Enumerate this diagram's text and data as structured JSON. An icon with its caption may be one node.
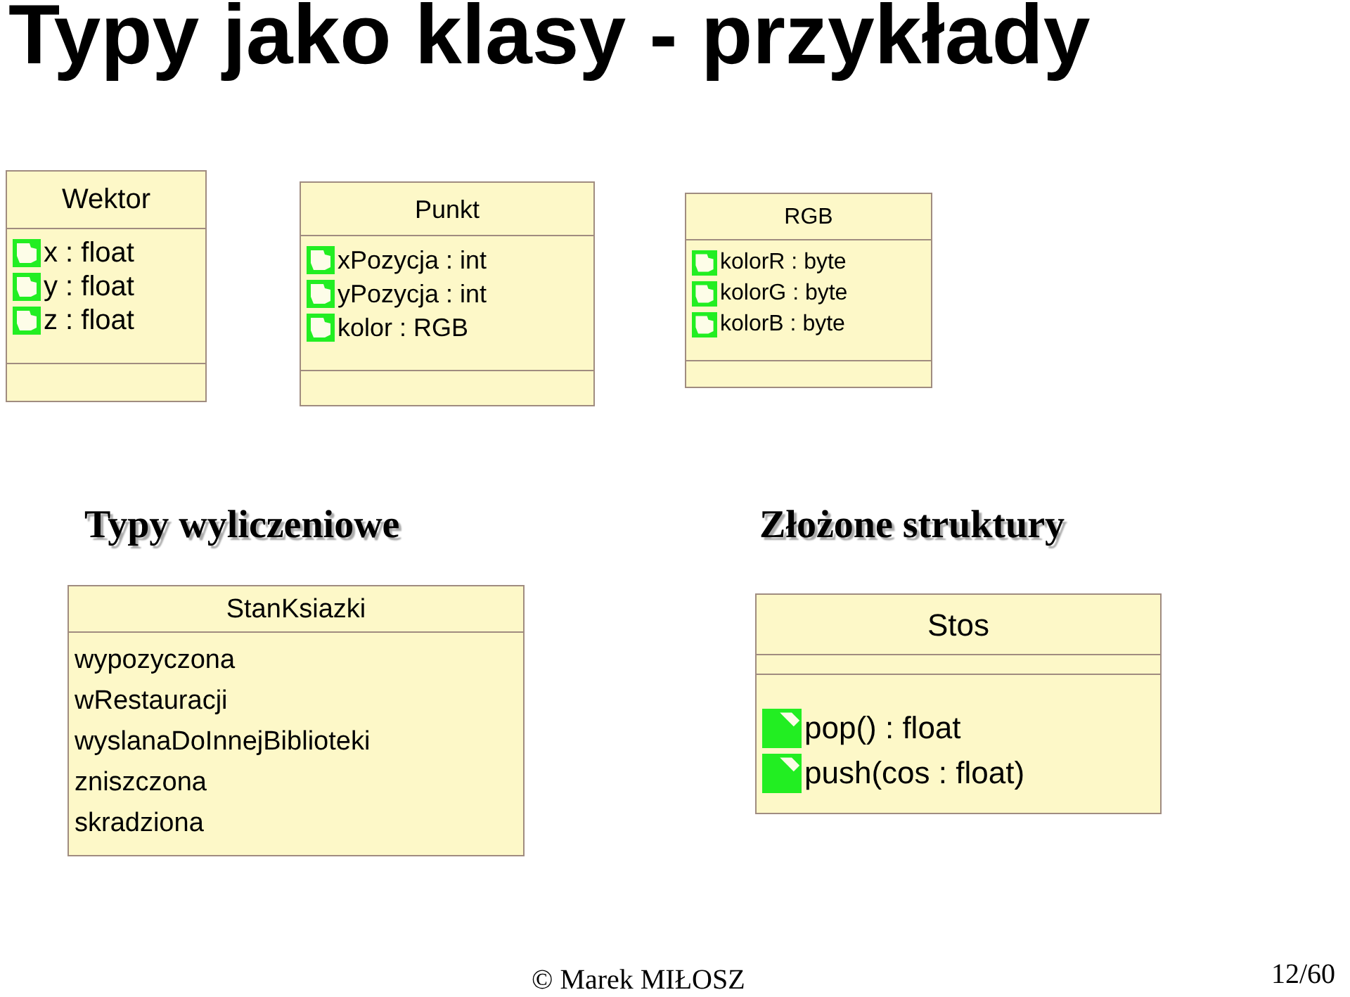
{
  "diagram": {
    "title": "Typy jako klasy - przykłady",
    "nodes": [
      {
        "text": [
          "Wektor",
          "x : float",
          "y : float",
          "z : float"
        ]
      },
      {
        "text": [
          "Punkt",
          "xPozycja : int",
          "yPozycja : int",
          "kolor : RGB"
        ]
      },
      {
        "text": [
          "RGB",
          "kolorR : byte",
          "kolorG : byte",
          "kolorB : byte"
        ]
      },
      {
        "text": [
          "StanKsiazki",
          "wypozyczona",
          "wRestauracji",
          "wyslanaDoInnejBiblioteki",
          "zniszczona",
          "skradziona"
        ]
      },
      {
        "text": [
          "Stos",
          "pop() : float",
          "push(cos : float)"
        ]
      }
    ],
    "edges": [],
    "labels": [
      "Typy wyliczeniowe",
      "Złożone struktury",
      "© Marek MIŁOSZ",
      "12/60"
    ]
  }
}
